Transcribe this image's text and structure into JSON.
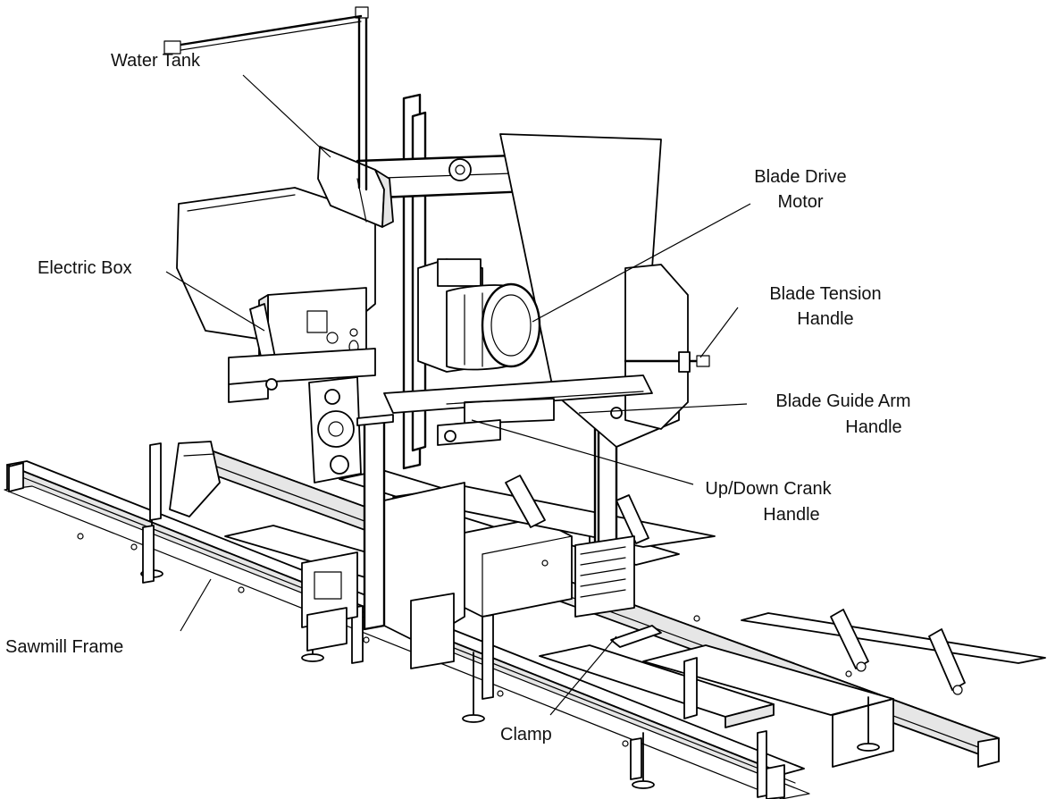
{
  "labels": {
    "water_tank": "Water Tank",
    "blade_drive_motor_1": "Blade Drive",
    "blade_drive_motor_2": "Motor",
    "electric_box": "Electric Box",
    "blade_tension_handle_1": "Blade Tension",
    "blade_tension_handle_2": "Handle",
    "blade_guide_arm_handle_1": "Blade Guide Arm",
    "blade_guide_arm_handle_2": "Handle",
    "up_down_crank_handle_1": "Up/Down Crank",
    "up_down_crank_handle_2": "Handle",
    "sawmill_frame": "Sawmill Frame",
    "clamp": "Clamp"
  },
  "colors": {
    "line": "#000000",
    "background": "#ffffff",
    "shade": "#e6e6e6"
  }
}
